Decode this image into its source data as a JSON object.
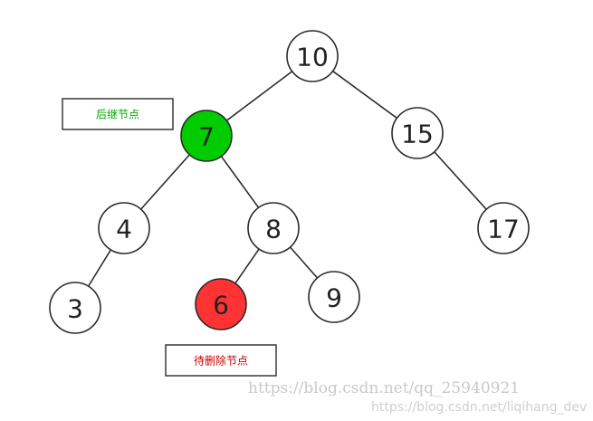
{
  "tree": {
    "edge_color": "#2b2b2b",
    "nodes": [
      {
        "id": "10",
        "label": "10",
        "fill": "#ffffff"
      },
      {
        "id": "7",
        "label": "7",
        "fill": "#00cc00"
      },
      {
        "id": "15",
        "label": "15",
        "fill": "#ffffff"
      },
      {
        "id": "4",
        "label": "4",
        "fill": "#ffffff"
      },
      {
        "id": "8",
        "label": "8",
        "fill": "#ffffff"
      },
      {
        "id": "17",
        "label": "17",
        "fill": "#ffffff"
      },
      {
        "id": "3",
        "label": "3",
        "fill": "#ffffff"
      },
      {
        "id": "6",
        "label": "6",
        "fill": "#ff3333"
      },
      {
        "id": "9",
        "label": "9",
        "fill": "#ffffff"
      }
    ],
    "edges": [
      [
        "10",
        "7"
      ],
      [
        "10",
        "15"
      ],
      [
        "7",
        "4"
      ],
      [
        "7",
        "8"
      ],
      [
        "15",
        "17"
      ],
      [
        "4",
        "3"
      ],
      [
        "8",
        "6"
      ],
      [
        "8",
        "9"
      ]
    ]
  },
  "labels": {
    "successor": {
      "text": "后继节点",
      "color": "#00aa00",
      "node": "7"
    },
    "to_delete": {
      "text": "待删除节点",
      "color": "#cc0000",
      "node": "6"
    }
  },
  "watermark": {
    "line1": "https://blog.csdn.net/qq_25940921",
    "line2": "https://blog.csdn.net/liqihang_dev"
  }
}
